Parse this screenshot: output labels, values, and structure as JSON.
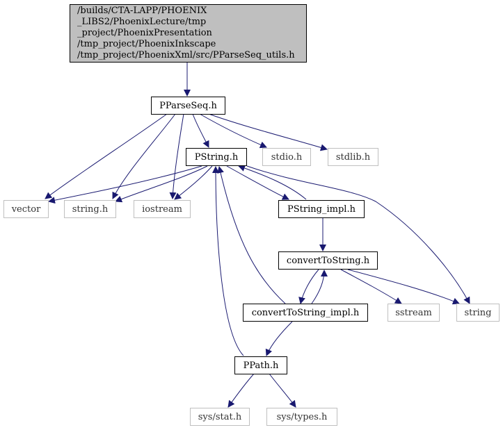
{
  "diagram": {
    "edge_color": "#191970",
    "root": {
      "lines": [
        "/builds/CTA-LAPP/PHOENIX",
        "_LIBS2/PhoenixLecture/tmp",
        "_project/PhoenixPresentation",
        "/tmp_project/PhoenixInkscape",
        "/tmp_project/PhoenixXml/src/PParseSeq_utils.h"
      ]
    },
    "nodes": {
      "pparseseq": "PParseSeq.h",
      "pstring": "PString.h",
      "stdio": "stdio.h",
      "stdlib": "stdlib.h",
      "vector": "vector",
      "string_h": "string.h",
      "iostream": "iostream",
      "pstring_impl": "PString_impl.h",
      "converttostring": "convertToString.h",
      "converttostring_impl": "convertToString_impl.h",
      "sstream": "sstream",
      "string": "string",
      "ppath": "PPath.h",
      "sys_stat": "sys/stat.h",
      "sys_types": "sys/types.h"
    }
  }
}
